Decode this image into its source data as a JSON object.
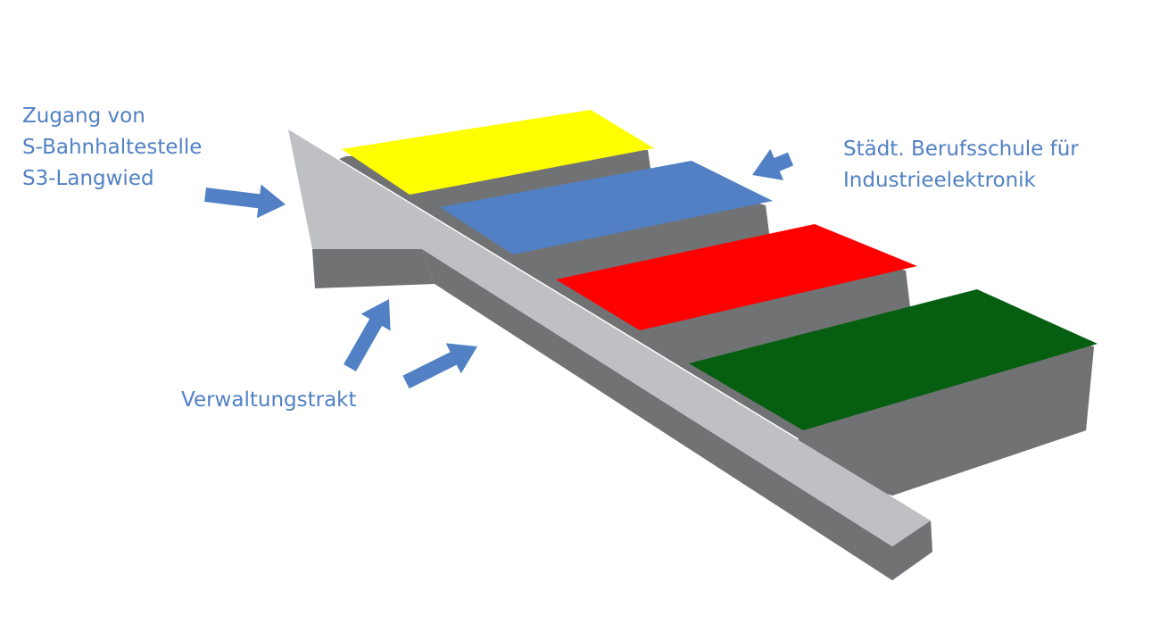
{
  "labels": {
    "access": [
      "Zugang von",
      "S-Bahnhaltestelle",
      "S3-Langwied"
    ],
    "school": [
      "Städt. Berufsschule für",
      "Industrieelektronik"
    ],
    "admin": "Verwaltungstrakt"
  },
  "colors": {
    "accent": "#5181c4",
    "path_top": "#bfc0c4",
    "shadow": "#717274",
    "block_yellow": "#ffff00",
    "block_blue": "#5181c4",
    "block_red": "#ff0000",
    "block_green": "#065f10"
  }
}
